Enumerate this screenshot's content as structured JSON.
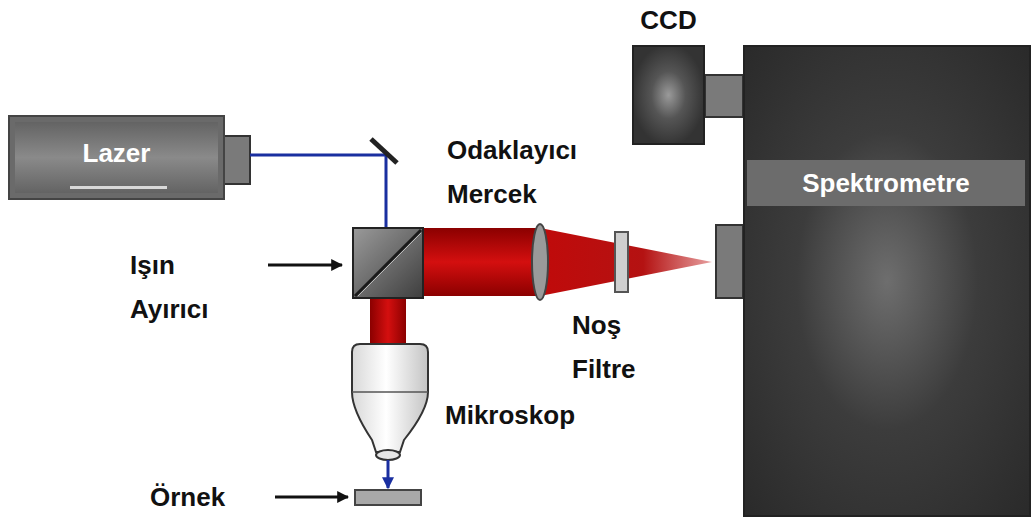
{
  "diagram": {
    "nodes": [
      {
        "text": [
          "CCD"
        ]
      },
      {
        "text": [
          "Lazer"
        ]
      },
      {
        "text": [
          "Spektrometre"
        ]
      }
    ],
    "labels": [
      "Odaklayıcı Mercek",
      "Işın Ayırıcı",
      "Noş Filtre",
      "Mikroskop",
      "Örnek"
    ]
  }
}
